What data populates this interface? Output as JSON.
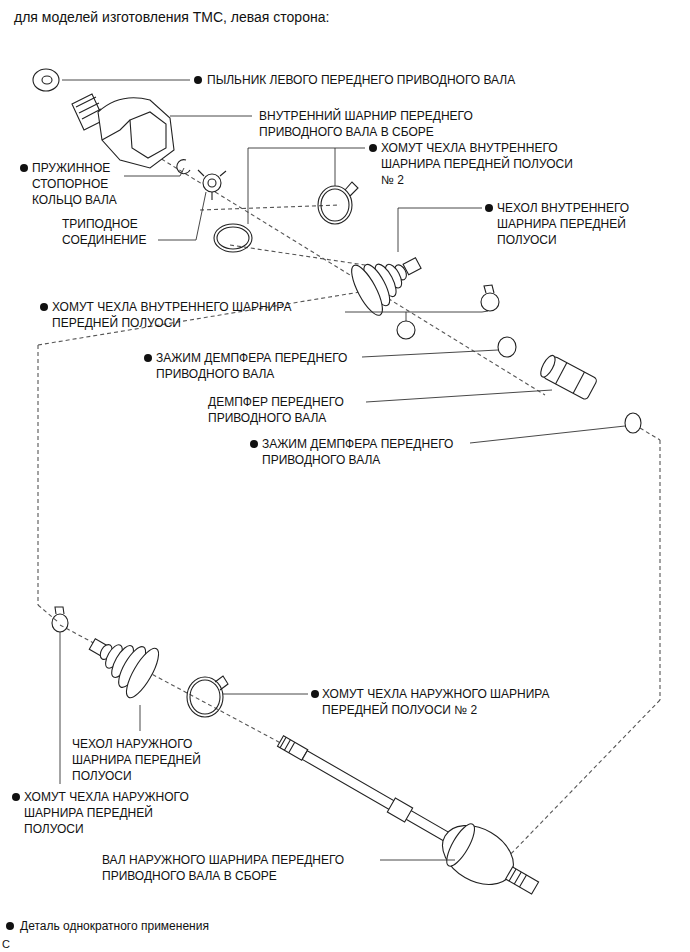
{
  "diagram": {
    "title": "для моделей изготовления TMC, левая сторона:",
    "labels": [
      "ПЫЛЬНИК ЛЕВОГО ПЕРЕДНЕГО ПРИВОДНОГО ВАЛА",
      "ВНУТРЕННИЙ ШАРНИР ПЕРЕДНЕГО ПРИВОДНОГО ВАЛА В СБОРЕ",
      "ХОМУТ ЧЕХЛА ВНУТРЕННЕГО ШАРНИРА ПЕРЕДНЕЙ ПОЛУОСИ № 2",
      "ПРУЖИННОЕ СТОПОРНОЕ КОЛЬЦО ВАЛА",
      "ЧЕХОЛ ВНУТРЕННЕГО ШАРНИРА ПЕРЕДНЕЙ ПОЛУОСИ",
      "ТРИПОДНОЕ СОЕДИНЕНИЕ",
      "ХОМУТ ЧЕХЛА ВНУТРЕННЕГО ШАРНИРА ПЕРЕДНЕЙ ПОЛУОСИ",
      "ЗАЖИМ ДЕМПФЕРА ПЕРЕДНЕГО ПРИВОДНОГО ВАЛА",
      "ДЕМПФЕР ПЕРЕДНЕГО ПРИВОДНОГО ВАЛА",
      "ЗАЖИМ ДЕМПФЕРА ПЕРЕДНЕГО ПРИВОДНОГО ВАЛА",
      "ХОМУТ ЧЕХЛА НАРУЖНОГО ШАРНИРА ПЕРЕДНЕЙ ПОЛУОСИ № 2",
      "ЧЕХОЛ НАРУЖНОГО ШАРНИРА ПЕРЕДНЕЙ ПОЛУОСИ",
      "ХОМУТ ЧЕХЛА НАРУЖНОГО ШАРНИРА ПЕРЕДНЕЙ ПОЛУОСИ",
      "ВАЛ НАРУЖНОГО ШАРНИРА ПЕРЕДНЕГО ПРИВОДНОГО ВАЛА В СБОРЕ",
      "C"
    ],
    "legend": [
      {
        "text": "Деталь однократного применения"
      }
    ]
  }
}
